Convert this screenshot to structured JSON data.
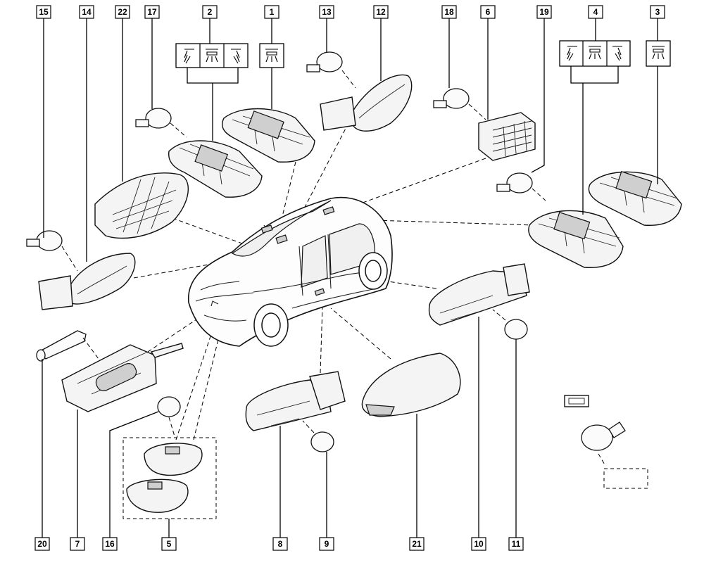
{
  "callouts": {
    "c15": "15",
    "c14": "14",
    "c22": "22",
    "c17": "17",
    "c2": "2",
    "c1": "1",
    "c13": "13",
    "c12": "12",
    "c18": "18",
    "c6": "6",
    "c19": "19",
    "c4": "4",
    "c3": "3",
    "c20": "20",
    "c7": "7",
    "c16": "16",
    "c5": "5",
    "c8": "8",
    "c9": "9",
    "c21": "21",
    "c10": "10",
    "c11": "11"
  },
  "colors": {
    "line": "#000000",
    "fill": "#ffffff",
    "shade": "#cfcfcf"
  },
  "icons": [
    "dome-lamp-icon",
    "spot-lamp-left-icon",
    "spot-lamp-right-icon",
    "bulb-icon",
    "fuse-icon"
  ]
}
